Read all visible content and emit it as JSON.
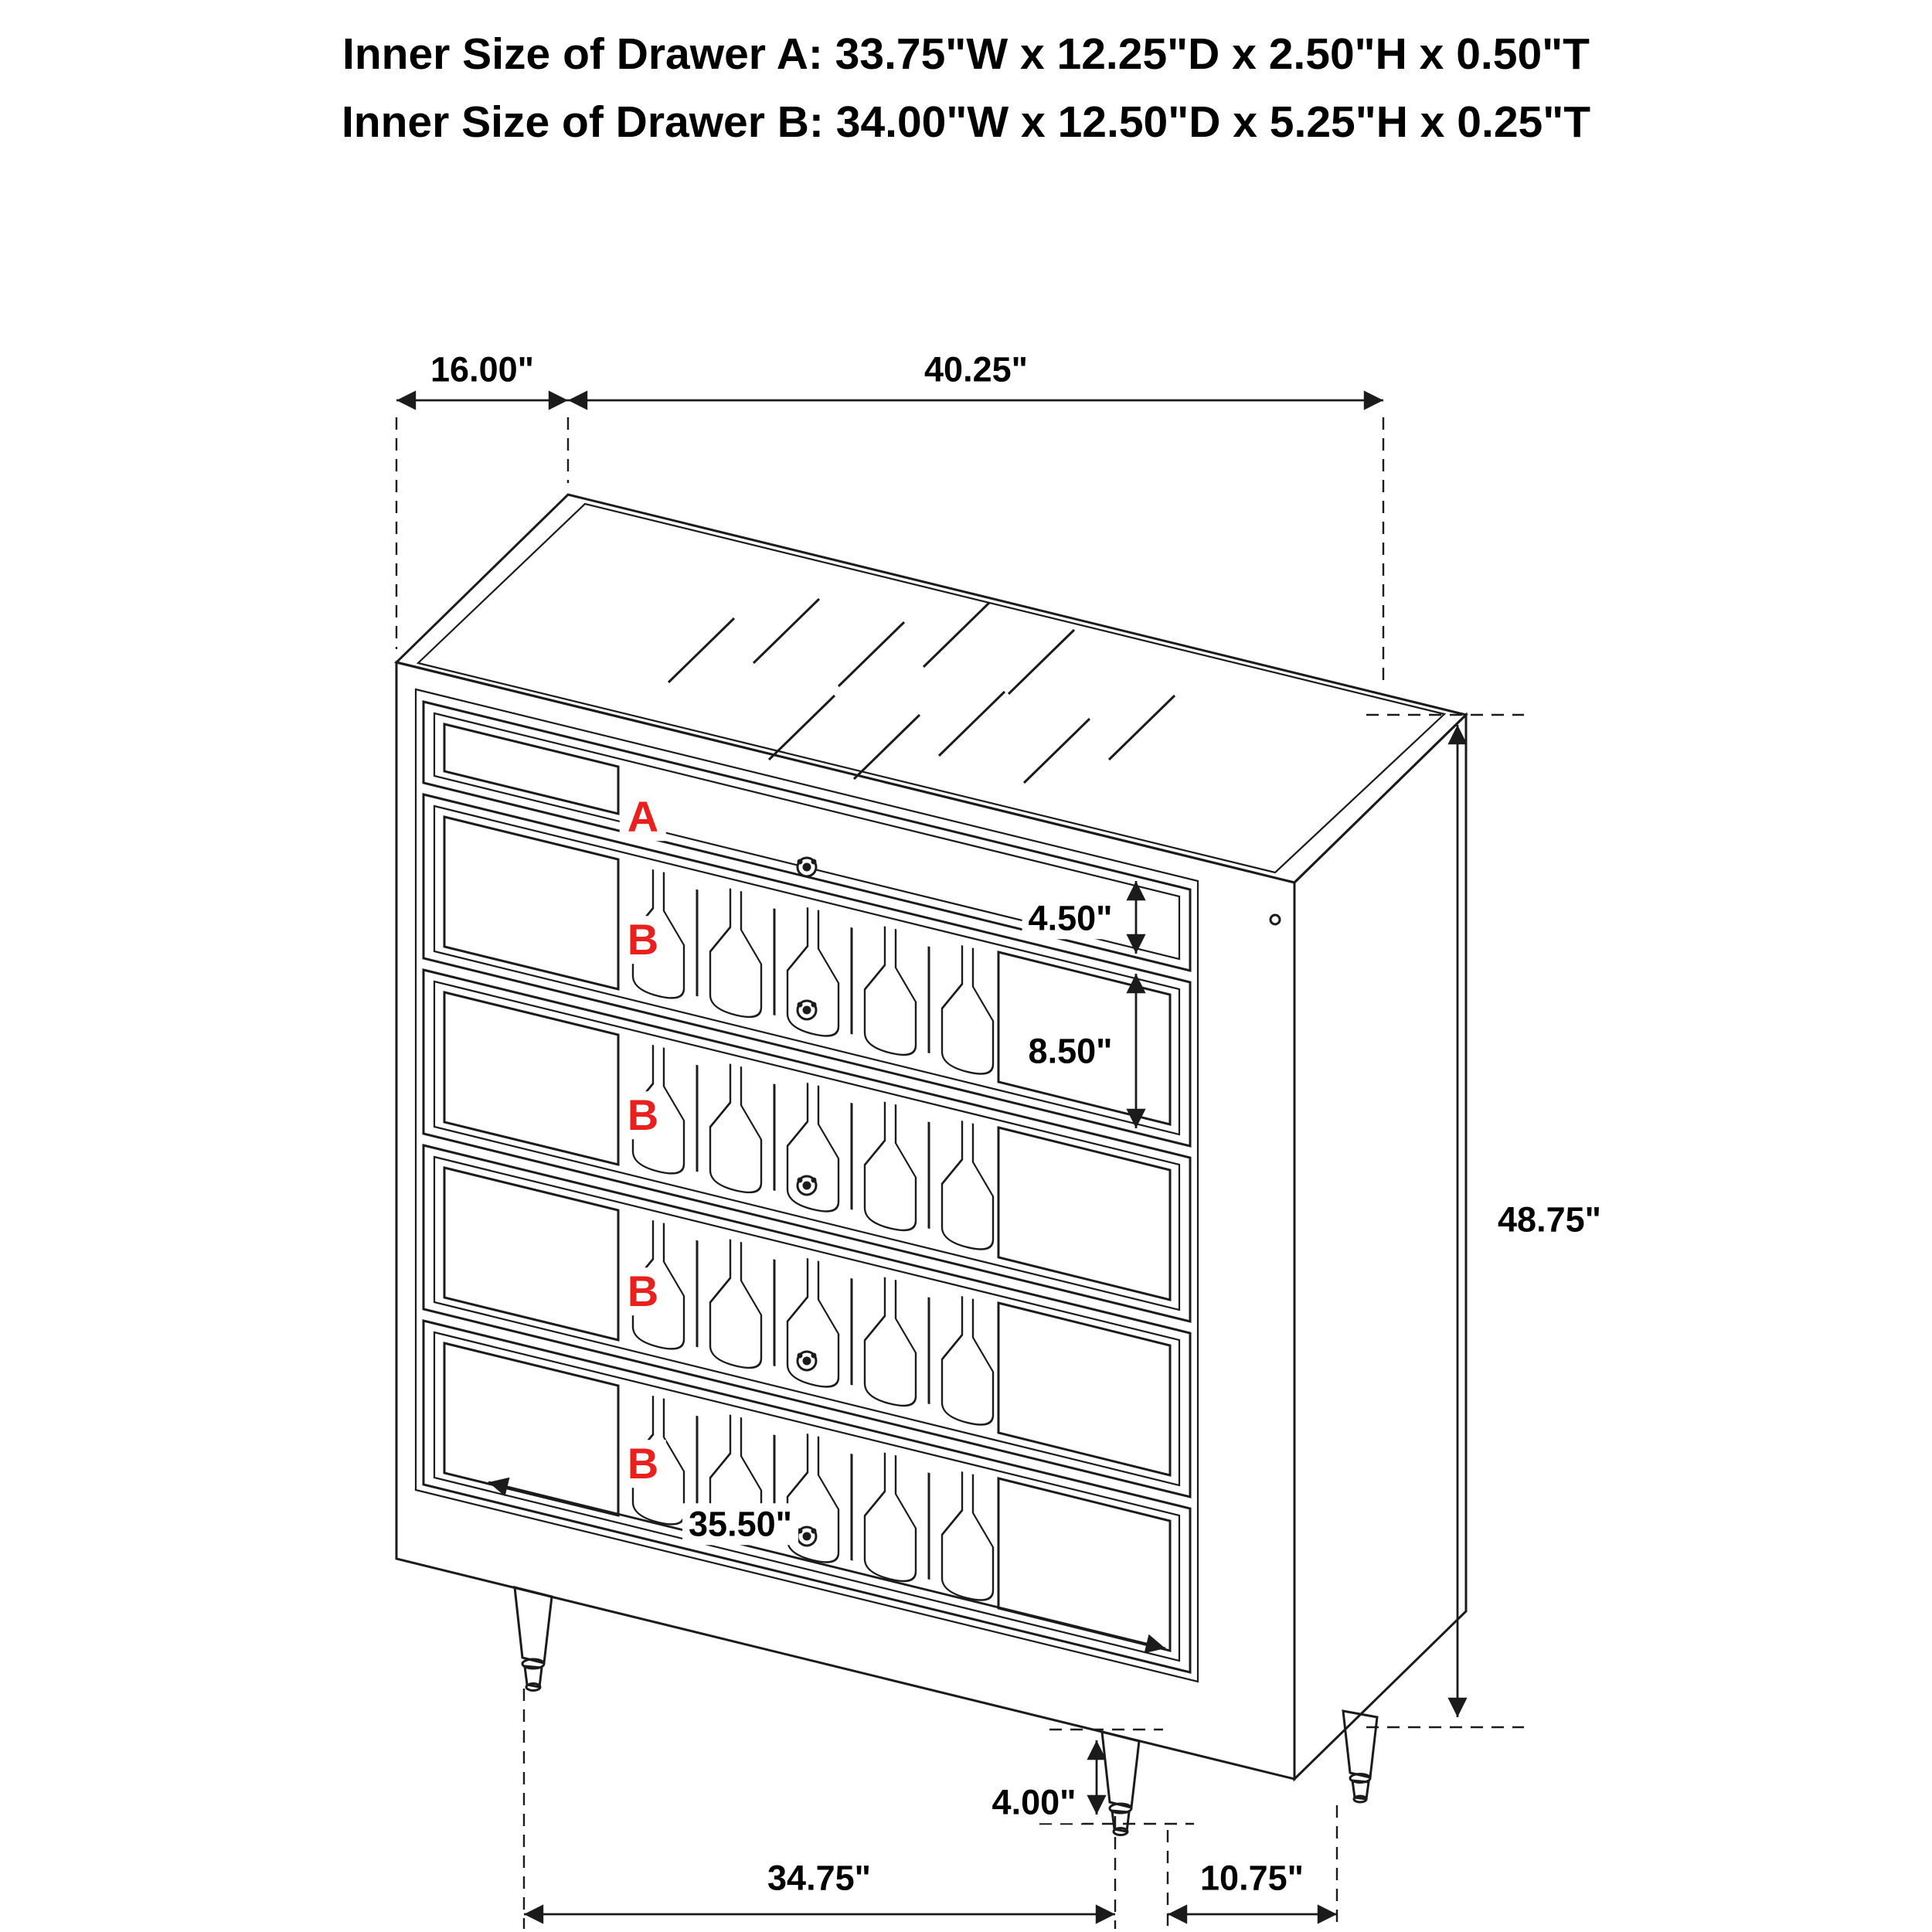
{
  "title": {
    "line1": "Inner Size of Drawer A: 33.75\"W x 12.25\"D x 2.50\"H x 0.50\"T",
    "line2": "Inner Size of Drawer B: 34.00\"W x 12.50\"D x 5.25\"H x 0.25\"T"
  },
  "drawer_labels": {
    "a": "A",
    "b1": "B",
    "b2": "B",
    "b3": "B",
    "b4": "B"
  },
  "dimensions": {
    "top_depth": "16.00\"",
    "top_width": "40.25\"",
    "drawer_a_front_height": "4.50\"",
    "drawer_b_front_height": "8.50\"",
    "overall_height": "48.75\"",
    "drawer_inner_width": "35.50\"",
    "leg_height": "4.00\"",
    "front_leg_span": "34.75\"",
    "side_leg_span": "10.75\""
  },
  "colors": {
    "line": "#1b1b1b",
    "label_red": "#e8211f",
    "background": "#ffffff"
  }
}
